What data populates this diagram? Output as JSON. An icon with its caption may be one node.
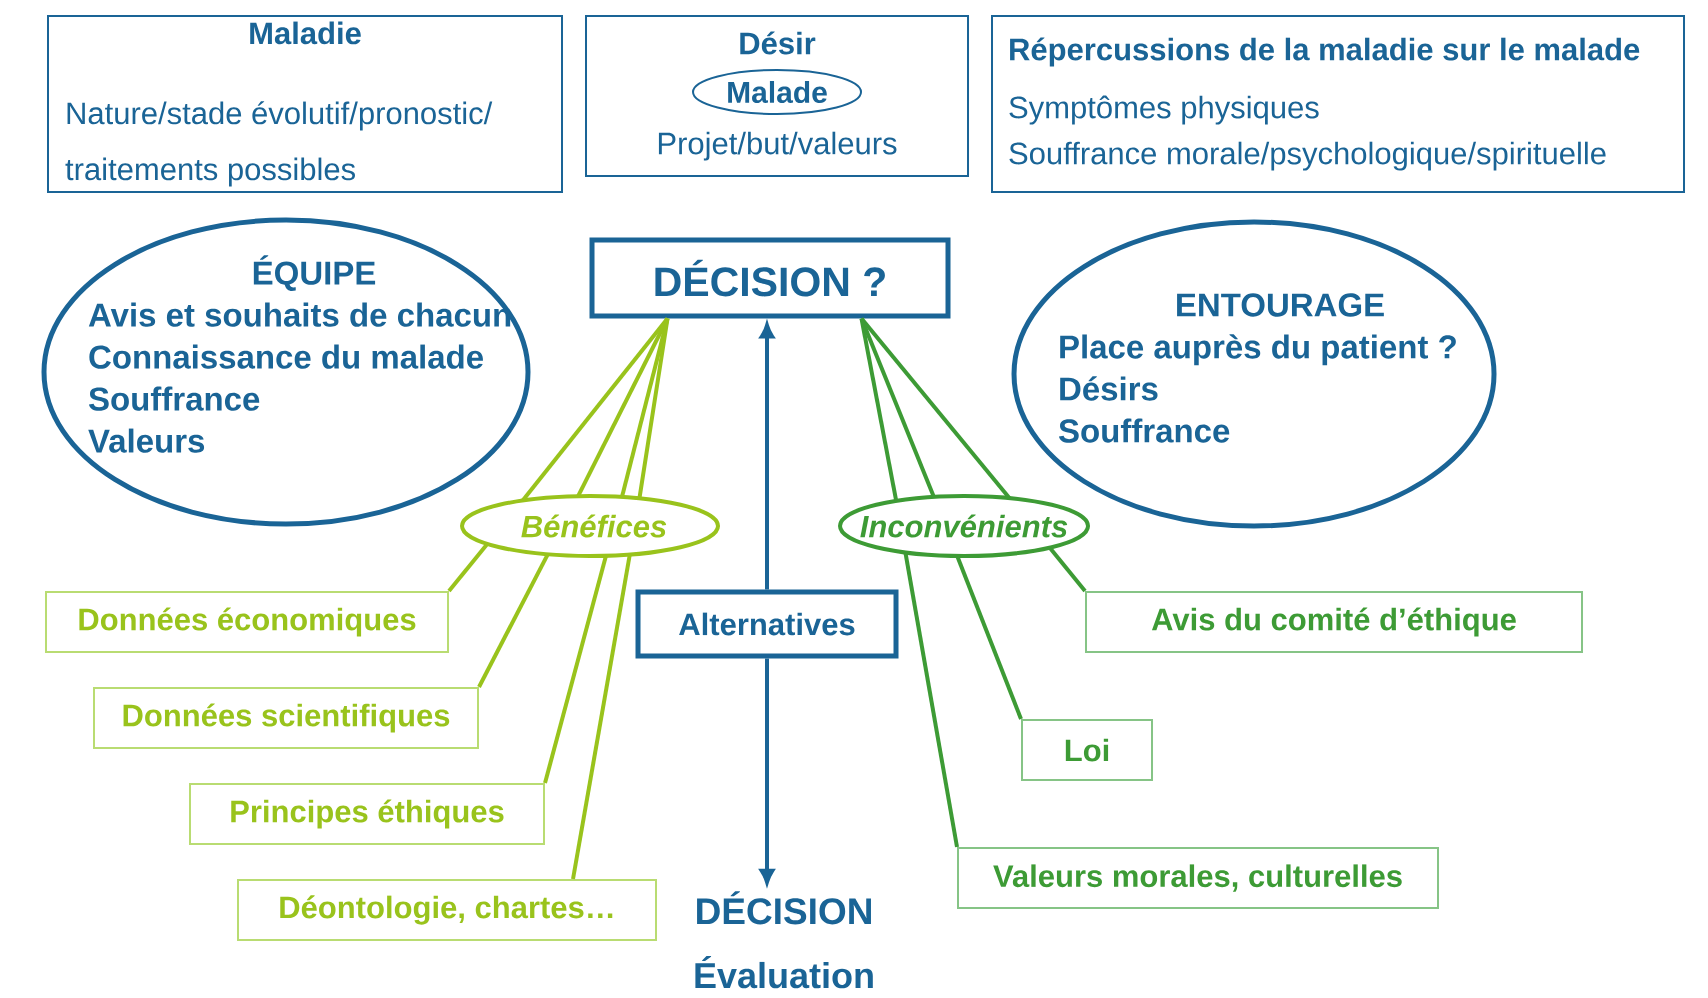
{
  "diagram": {
    "nodes": [
      {
        "text": [
          "Maladie",
          "Nature/stade évolutif/pronostic/ traitements possibles"
        ]
      },
      {
        "text": [
          "Désir",
          "Projet/but/valeurs"
        ]
      },
      {
        "text": [
          "Malade"
        ],
        "in": 1
      },
      {
        "text": [
          "Répercussions de la maladie sur le malade",
          "Symptômes physiques",
          "Souffrance morale/psychologique/spirituelle"
        ]
      },
      {
        "text": [
          "ÉQUIPE",
          "Avis et souhaits de chacun",
          "Connaissance du malade",
          "Souffrance",
          "Valeurs"
        ]
      },
      {
        "text": [
          "DÉCISION ?"
        ]
      },
      {
        "text": [
          "ENTOURAGE",
          "Place auprès du patient ?",
          "Désirs",
          "Souffrance"
        ]
      },
      {
        "text": [
          "Bénéfices"
        ]
      },
      {
        "text": [
          "Inconvénients"
        ]
      },
      {
        "text": [
          "Alternatives"
        ]
      },
      {
        "text": [
          "Données économiques"
        ]
      },
      {
        "text": [
          "Avis du comité d’éthique"
        ]
      },
      {
        "text": [
          "Données scientifiques"
        ]
      },
      {
        "text": [
          "Loi"
        ]
      },
      {
        "text": [
          "Principes éthiques"
        ]
      },
      {
        "text": [
          "Déontologie, chartes…"
        ]
      },
      {
        "text": [
          "Valeurs morales, culturelles"
        ]
      },
      {
        "text": [
          "DÉCISION"
        ],
        "beside": [
          "Évaluation"
        ]
      }
    ],
    "edges": [
      {
        "from": 5,
        "to": 7,
        "arrow": "none"
      },
      {
        "from": 5,
        "to": 7,
        "arrow": "none"
      },
      {
        "from": 5,
        "to": 7,
        "arrow": "none"
      },
      {
        "from": 5,
        "to": 7,
        "arrow": "none"
      },
      {
        "from": 7,
        "to": 10,
        "arrow": "none"
      },
      {
        "from": 7,
        "to": 12,
        "arrow": "none"
      },
      {
        "from": 7,
        "to": 14,
        "arrow": "none"
      },
      {
        "from": 7,
        "to": 15,
        "arrow": "none"
      },
      {
        "from": 5,
        "to": 8,
        "arrow": "none",
        "color": "#3d9b35"
      },
      {
        "from": 5,
        "to": 8,
        "arrow": "none",
        "color": "#3d9b35"
      },
      {
        "from": 5,
        "to": 8,
        "arrow": "none",
        "color": "#3d9b35"
      },
      {
        "from": 8,
        "to": 11,
        "arrow": "none",
        "color": "#3d9b35"
      },
      {
        "from": 8,
        "to": 13,
        "arrow": "none",
        "color": "#3d9b35"
      },
      {
        "from": 8,
        "to": 16,
        "arrow": "none",
        "color": "#3d9b35"
      },
      {
        "from": 9,
        "to": 5,
        "arrow": "to",
        "color": "#1a6496"
      },
      {
        "from": 9,
        "to": 17,
        "arrow": "to",
        "color": "#1a6496"
      }
    ]
  }
}
